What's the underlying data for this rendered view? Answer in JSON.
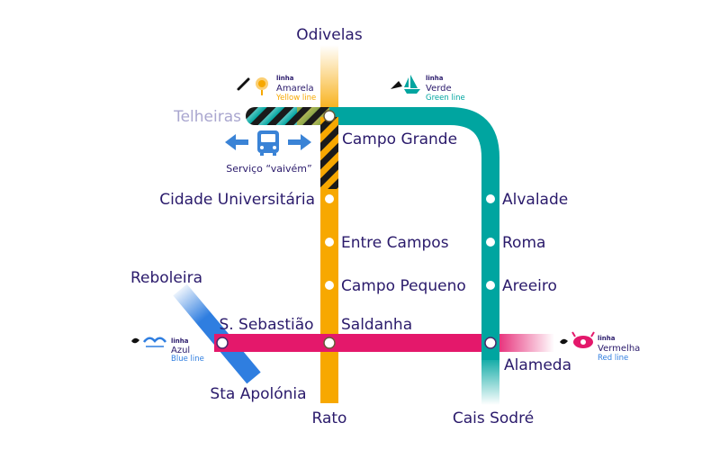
{
  "colors": {
    "yellow": "#f7a800",
    "green": "#00a5a0",
    "red": "#e4186b",
    "blue": "#2f7ee0",
    "text": "#2a1a6b",
    "shuttle_blue": "#3a83d6",
    "telheiras_grey": "#a9a6cf",
    "english_yellow": "#f7a800",
    "english_green": "#00a5a0",
    "english_blue": "#2f7ee0",
    "english_red": "#2f7ee0"
  },
  "stations": {
    "odivelas": "Odivelas",
    "telheiras": "Telheiras",
    "campo_grande": "Campo Grande",
    "cidade_universitaria": "Cidade Universitária",
    "entre_campos": "Entre Campos",
    "campo_pequeno": "Campo Pequeno",
    "saldanha": "Saldanha",
    "rato": "Rato",
    "reboleira": "Reboleira",
    "s_sebastiao": "S. Sebastião",
    "sta_apolonia": "Sta Apolónia",
    "alvalade": "Alvalade",
    "roma": "Roma",
    "areeiro": "Areeiro",
    "alameda": "Alameda",
    "cais_sodre": "Cais Sodré"
  },
  "shuttle": {
    "label": "Serviço “vaivém”",
    "icon": "bus-icon"
  },
  "legend": {
    "yellow": {
      "linha": "linha",
      "name": "Amarela",
      "english": "Yellow line",
      "icon": "sunflower-icon"
    },
    "green": {
      "linha": "linha",
      "name": "Verde",
      "english": "Green line",
      "icon": "caravel-icon"
    },
    "blue": {
      "linha": "linha",
      "name": "Azul",
      "english": "Blue line",
      "icon": "seagull-icon"
    },
    "red": {
      "linha": "linha",
      "name": "Vermelha",
      "english": "Red line",
      "icon": "compass-icon"
    }
  }
}
